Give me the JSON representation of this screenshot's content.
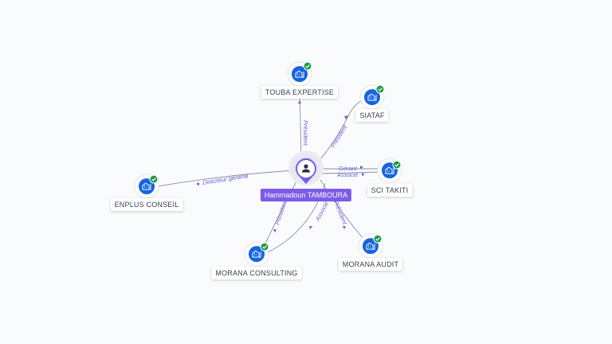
{
  "center": {
    "name": "Hammadoun TAMBOURA"
  },
  "companies": [
    {
      "id": "touba",
      "name": "TOUBA EXPERTISE"
    },
    {
      "id": "siataf",
      "name": "SIATAF"
    },
    {
      "id": "scitakiti",
      "name": "SCI TAKITI"
    },
    {
      "id": "enplus",
      "name": "ENPLUS CONSEIL"
    },
    {
      "id": "moranaconsulting",
      "name": "MORANA CONSULTING"
    },
    {
      "id": "moranaaudit",
      "name": "MORANA AUDIT"
    }
  ],
  "relations": [
    {
      "id": "r-touba",
      "label": "Président"
    },
    {
      "id": "r-siataf",
      "label": "Président"
    },
    {
      "id": "r-sci-gerant",
      "label": "Gérant"
    },
    {
      "id": "r-sci-associe",
      "label": "Associé"
    },
    {
      "id": "r-enplus",
      "label": "Directeur général"
    },
    {
      "id": "r-mc-president",
      "label": "Président"
    },
    {
      "id": "r-mc-associe",
      "label": "Associé"
    },
    {
      "id": "r-ma",
      "label": "Président"
    }
  ],
  "colors": {
    "accent": "#7c5ce8",
    "company_icon": "#1565e0",
    "verified_badge": "#1a9b4b",
    "edge": "#8a8fa3",
    "edge_label": "#6a5fd6"
  },
  "icons": {
    "company": "building-icon",
    "verified": "check-badge-icon",
    "person": "person-icon"
  }
}
